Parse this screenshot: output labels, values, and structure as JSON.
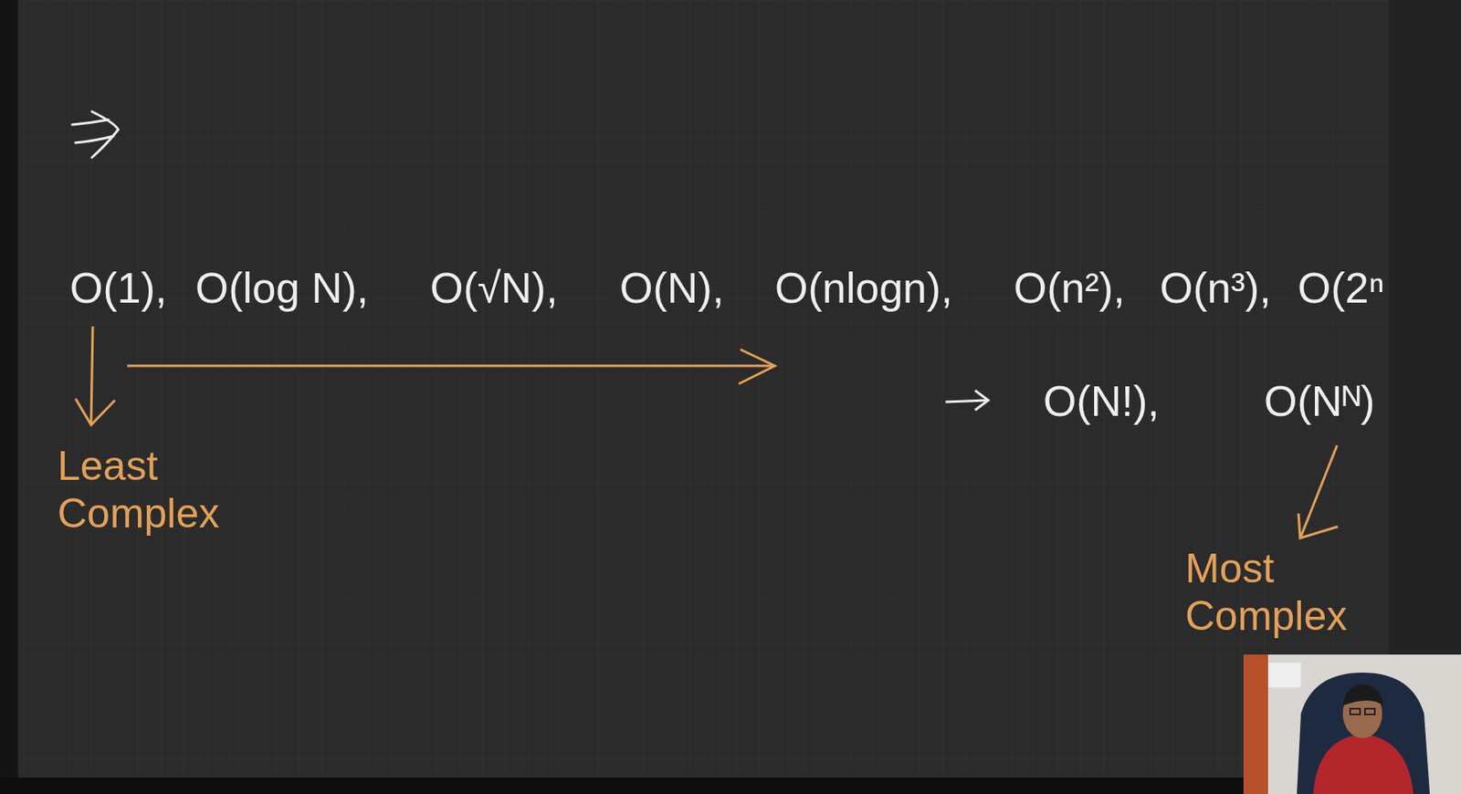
{
  "diagram": {
    "labels": [
      "O(1),",
      "O(log N),",
      "O(√N),",
      "O(N),",
      "O(nlogn),",
      "O(n²),",
      "O(n³),",
      "O(2ⁿ",
      "O(N!),",
      "O(Nᴺ)",
      "Least Complex",
      "Most Complex"
    ]
  }
}
